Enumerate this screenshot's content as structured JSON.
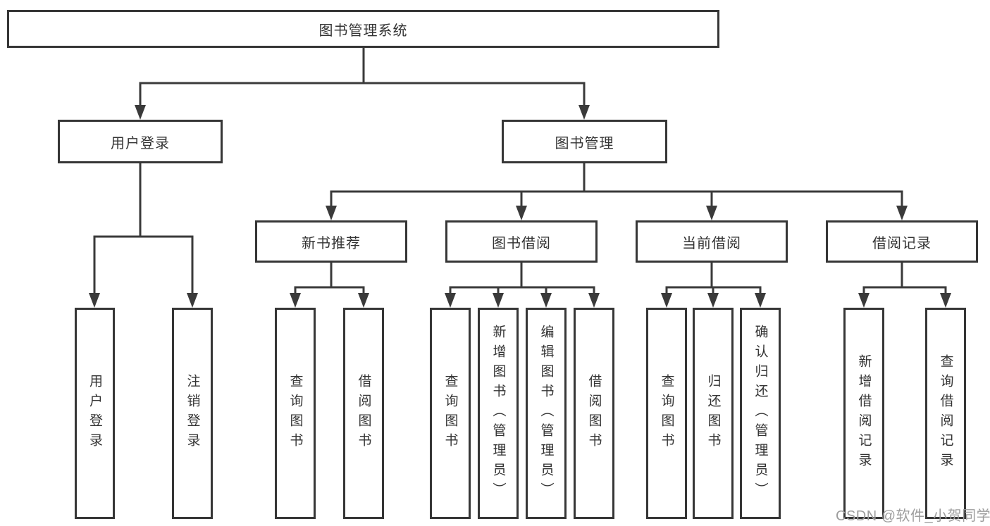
{
  "root": {
    "label": "图书管理系统"
  },
  "branches": [
    {
      "label": "用户登录",
      "children": [
        "用户登录",
        "注销登录"
      ]
    },
    {
      "label": "图书管理",
      "groups": [
        {
          "label": "新书推荐",
          "children": [
            "查询图书",
            "借阅图书"
          ]
        },
        {
          "label": "图书借阅",
          "children": [
            "查询图书",
            "新增图书（管理员）",
            "编辑图书（管理员）",
            "借阅图书"
          ]
        },
        {
          "label": "当前借阅",
          "children": [
            "查询图书",
            "归还图书",
            "确认归还（管理员）"
          ]
        },
        {
          "label": "借阅记录",
          "children": [
            "新增借阅记录",
            "查询借阅记录"
          ]
        }
      ]
    }
  ],
  "watermark": "CSDN @软件_小贺同学",
  "colors": {
    "line": "#3a3a3a",
    "box_border": "#363636",
    "text": "#333333",
    "watermark": "#9d9d9d"
  }
}
